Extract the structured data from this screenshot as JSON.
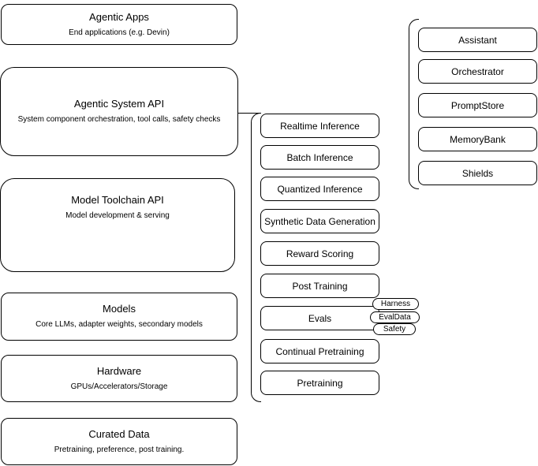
{
  "colors": {
    "border": "#000000",
    "background": "#ffffff",
    "text": "#000000"
  },
  "left_column": [
    {
      "title": "Agentic Apps",
      "subtitle": "End applications (e.g. Devin)"
    },
    {
      "title": "Agentic System API",
      "subtitle": "System component orchestration, tool calls, safety checks"
    },
    {
      "title": "Model Toolchain API",
      "subtitle": "Model development & serving"
    },
    {
      "title": "Models",
      "subtitle": "Core LLMs, adapter weights, secondary models"
    },
    {
      "title": "Hardware",
      "subtitle": "GPUs/Accelerators/Storage"
    },
    {
      "title": "Curated Data",
      "subtitle": "Pretraining, preference, post training."
    }
  ],
  "middle_group": {
    "items": [
      "Realtime Inference",
      "Batch Inference",
      "Quantized Inference",
      "Synthetic Data Generation",
      "Reward Scoring",
      "Post Training",
      "Evals",
      "Continual Pretraining",
      "Pretraining"
    ],
    "evals_tags": [
      "Harness",
      "EvalData",
      "Safety"
    ]
  },
  "right_group": {
    "items": [
      "Assistant",
      "Orchestrator",
      "PromptStore",
      "MemoryBank",
      "Shields"
    ]
  }
}
